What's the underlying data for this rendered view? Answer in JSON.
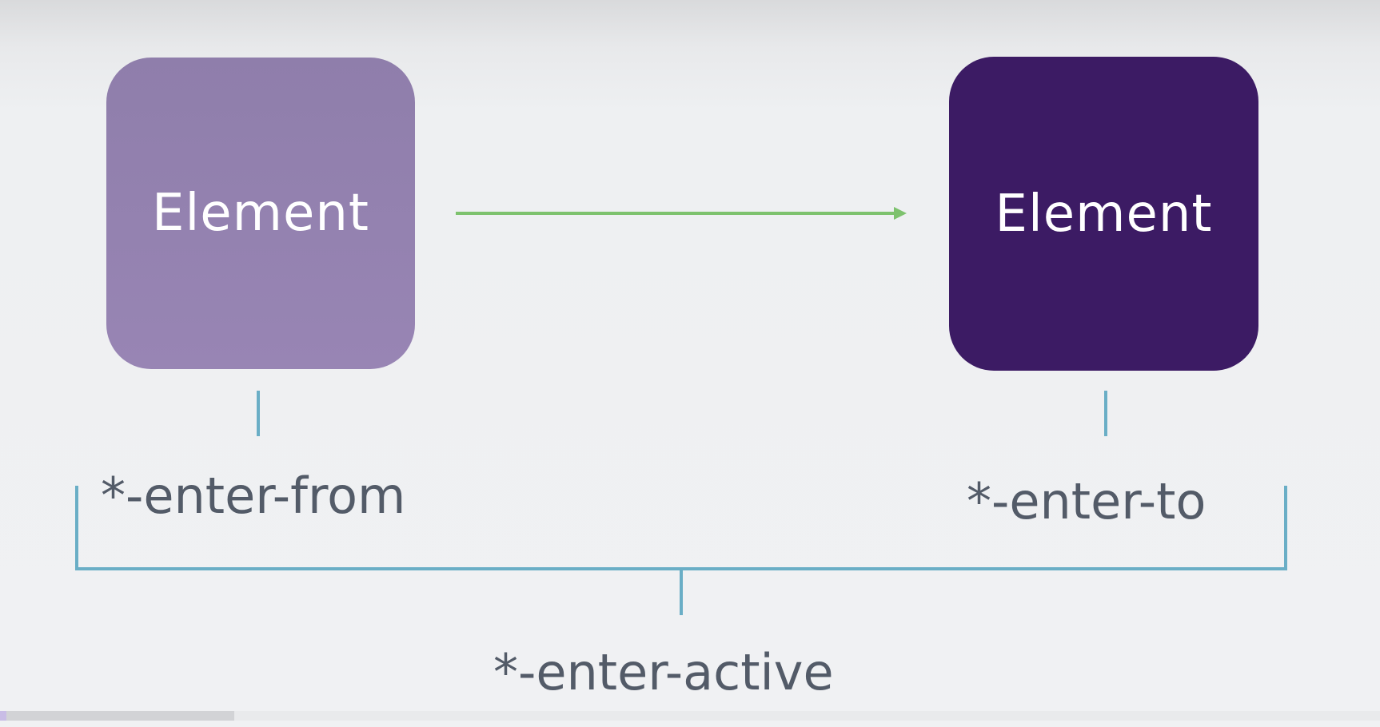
{
  "diagram": {
    "from_box": {
      "label": "Element",
      "color": "#9483b0"
    },
    "to_box": {
      "label": "Element",
      "color": "#3c1b64"
    },
    "labels": {
      "enter_from": "*-enter-from",
      "enter_to": "*-enter-to",
      "enter_active": "*-enter-active"
    },
    "colors": {
      "arrow": "#7dc26e",
      "bracket": "#6aaec6",
      "label_text": "#535b68"
    }
  },
  "playback": {
    "progress_fraction": 0.17
  }
}
